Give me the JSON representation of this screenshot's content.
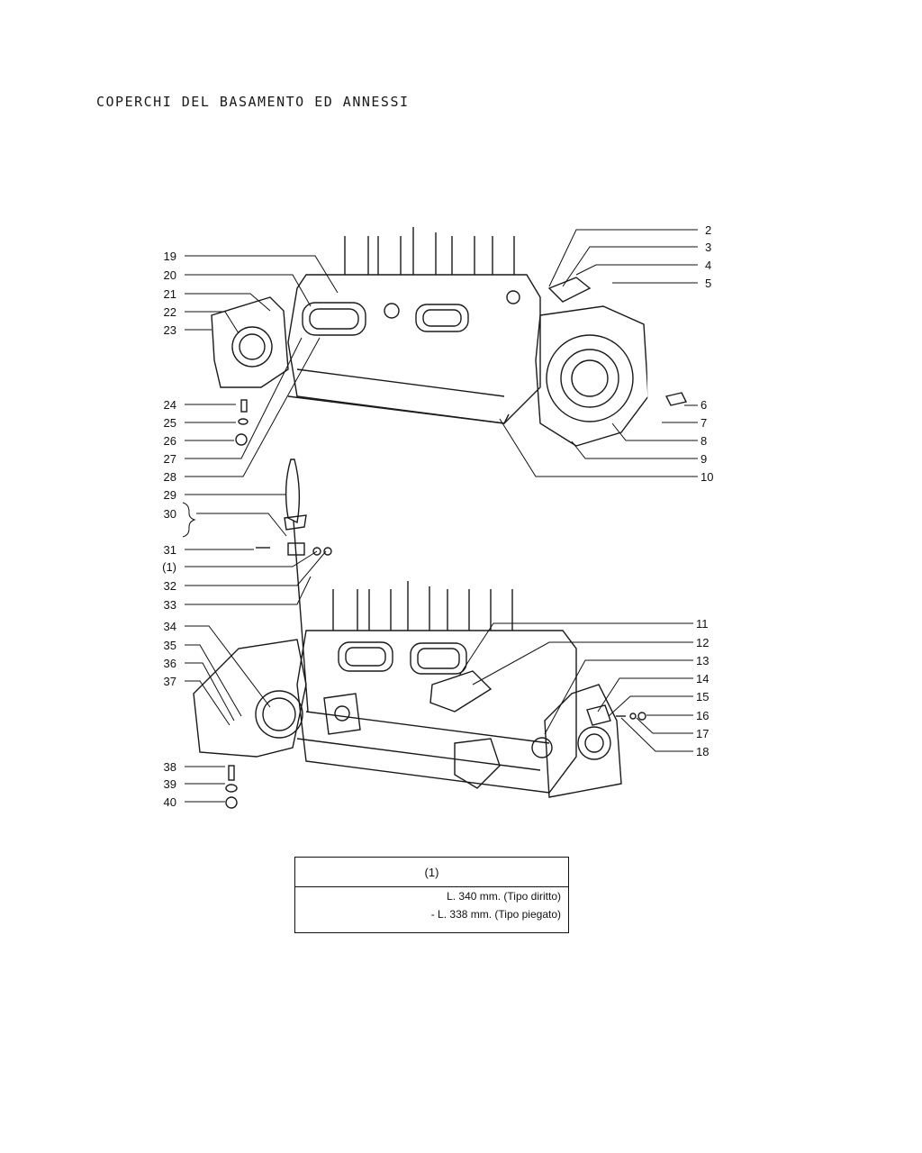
{
  "page": {
    "title": "COPERCHI DEL BASAMENTO ED ANNESSI"
  },
  "callouts": [
    {
      "id": "2",
      "side": "right"
    },
    {
      "id": "3",
      "side": "right"
    },
    {
      "id": "4",
      "side": "right"
    },
    {
      "id": "5",
      "side": "right"
    },
    {
      "id": "6",
      "side": "right"
    },
    {
      "id": "7",
      "side": "right"
    },
    {
      "id": "8",
      "side": "right"
    },
    {
      "id": "9",
      "side": "right"
    },
    {
      "id": "10",
      "side": "right"
    },
    {
      "id": "19",
      "side": "left"
    },
    {
      "id": "20",
      "side": "left"
    },
    {
      "id": "21",
      "side": "left"
    },
    {
      "id": "22",
      "side": "left"
    },
    {
      "id": "23",
      "side": "left"
    },
    {
      "id": "24",
      "side": "left"
    },
    {
      "id": "25",
      "side": "left"
    },
    {
      "id": "26",
      "side": "left"
    },
    {
      "id": "27",
      "side": "left"
    },
    {
      "id": "28",
      "side": "left"
    },
    {
      "id": "29",
      "side": "left"
    },
    {
      "id": "30",
      "side": "left"
    },
    {
      "id": "31",
      "side": "left"
    },
    {
      "id": "(1)",
      "side": "left"
    },
    {
      "id": "32",
      "side": "left"
    },
    {
      "id": "33",
      "side": "left"
    },
    {
      "id": "34",
      "side": "left"
    },
    {
      "id": "35",
      "side": "left"
    },
    {
      "id": "36",
      "side": "left"
    },
    {
      "id": "37",
      "side": "left"
    },
    {
      "id": "38",
      "side": "left"
    },
    {
      "id": "39",
      "side": "left"
    },
    {
      "id": "40",
      "side": "left"
    },
    {
      "id": "11",
      "side": "right"
    },
    {
      "id": "12",
      "side": "right"
    },
    {
      "id": "13",
      "side": "right"
    },
    {
      "id": "14",
      "side": "right"
    },
    {
      "id": "15",
      "side": "right"
    },
    {
      "id": "16",
      "side": "right"
    },
    {
      "id": "17",
      "side": "right"
    },
    {
      "id": "18",
      "side": "right"
    }
  ],
  "note": {
    "header": "(1)",
    "lines": [
      "L. 340 mm. (Tipo diritto)",
      "- L. 338 mm. (Tipo piegato)"
    ]
  }
}
